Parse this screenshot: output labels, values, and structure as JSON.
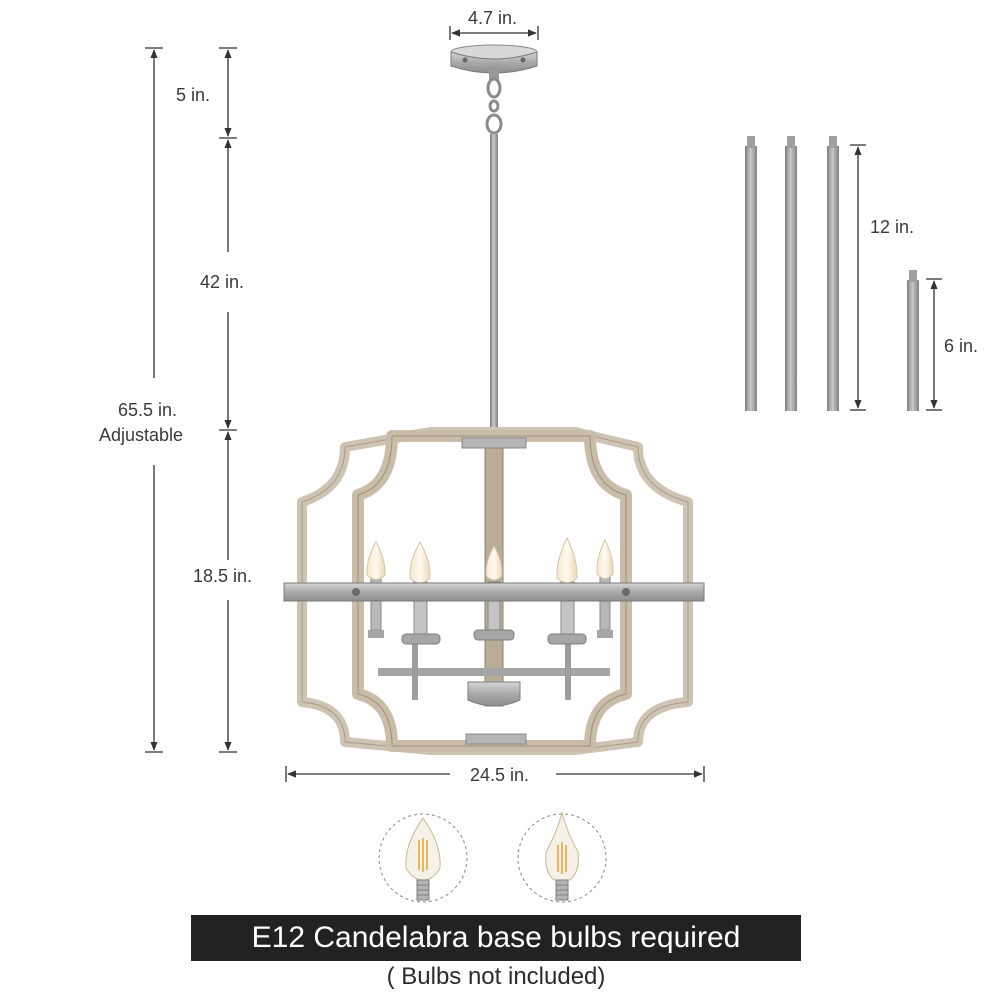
{
  "dimensions": {
    "canopy_width": "4.7 in.",
    "canopy_height": "5 in.",
    "chain_length": "42 in.",
    "total_height": "65.5 in.",
    "total_height_note": "Adjustable",
    "body_height": "18.5 in.",
    "body_width": "24.5 in."
  },
  "rods": {
    "long_rod_length": "12 in.",
    "long_rod_count": 3,
    "short_rod_length": "6 in.",
    "short_rod_count": 1
  },
  "bulbs": {
    "requirement": "E12 Candelabra base bulbs required",
    "note": "( Bulbs not included)"
  },
  "colors": {
    "wood_frame": "#cfc4b4",
    "nickel": "#a8a8a8",
    "dimension_line": "#333333",
    "banner_bg": "#222222",
    "banner_text": "#ffffff"
  }
}
